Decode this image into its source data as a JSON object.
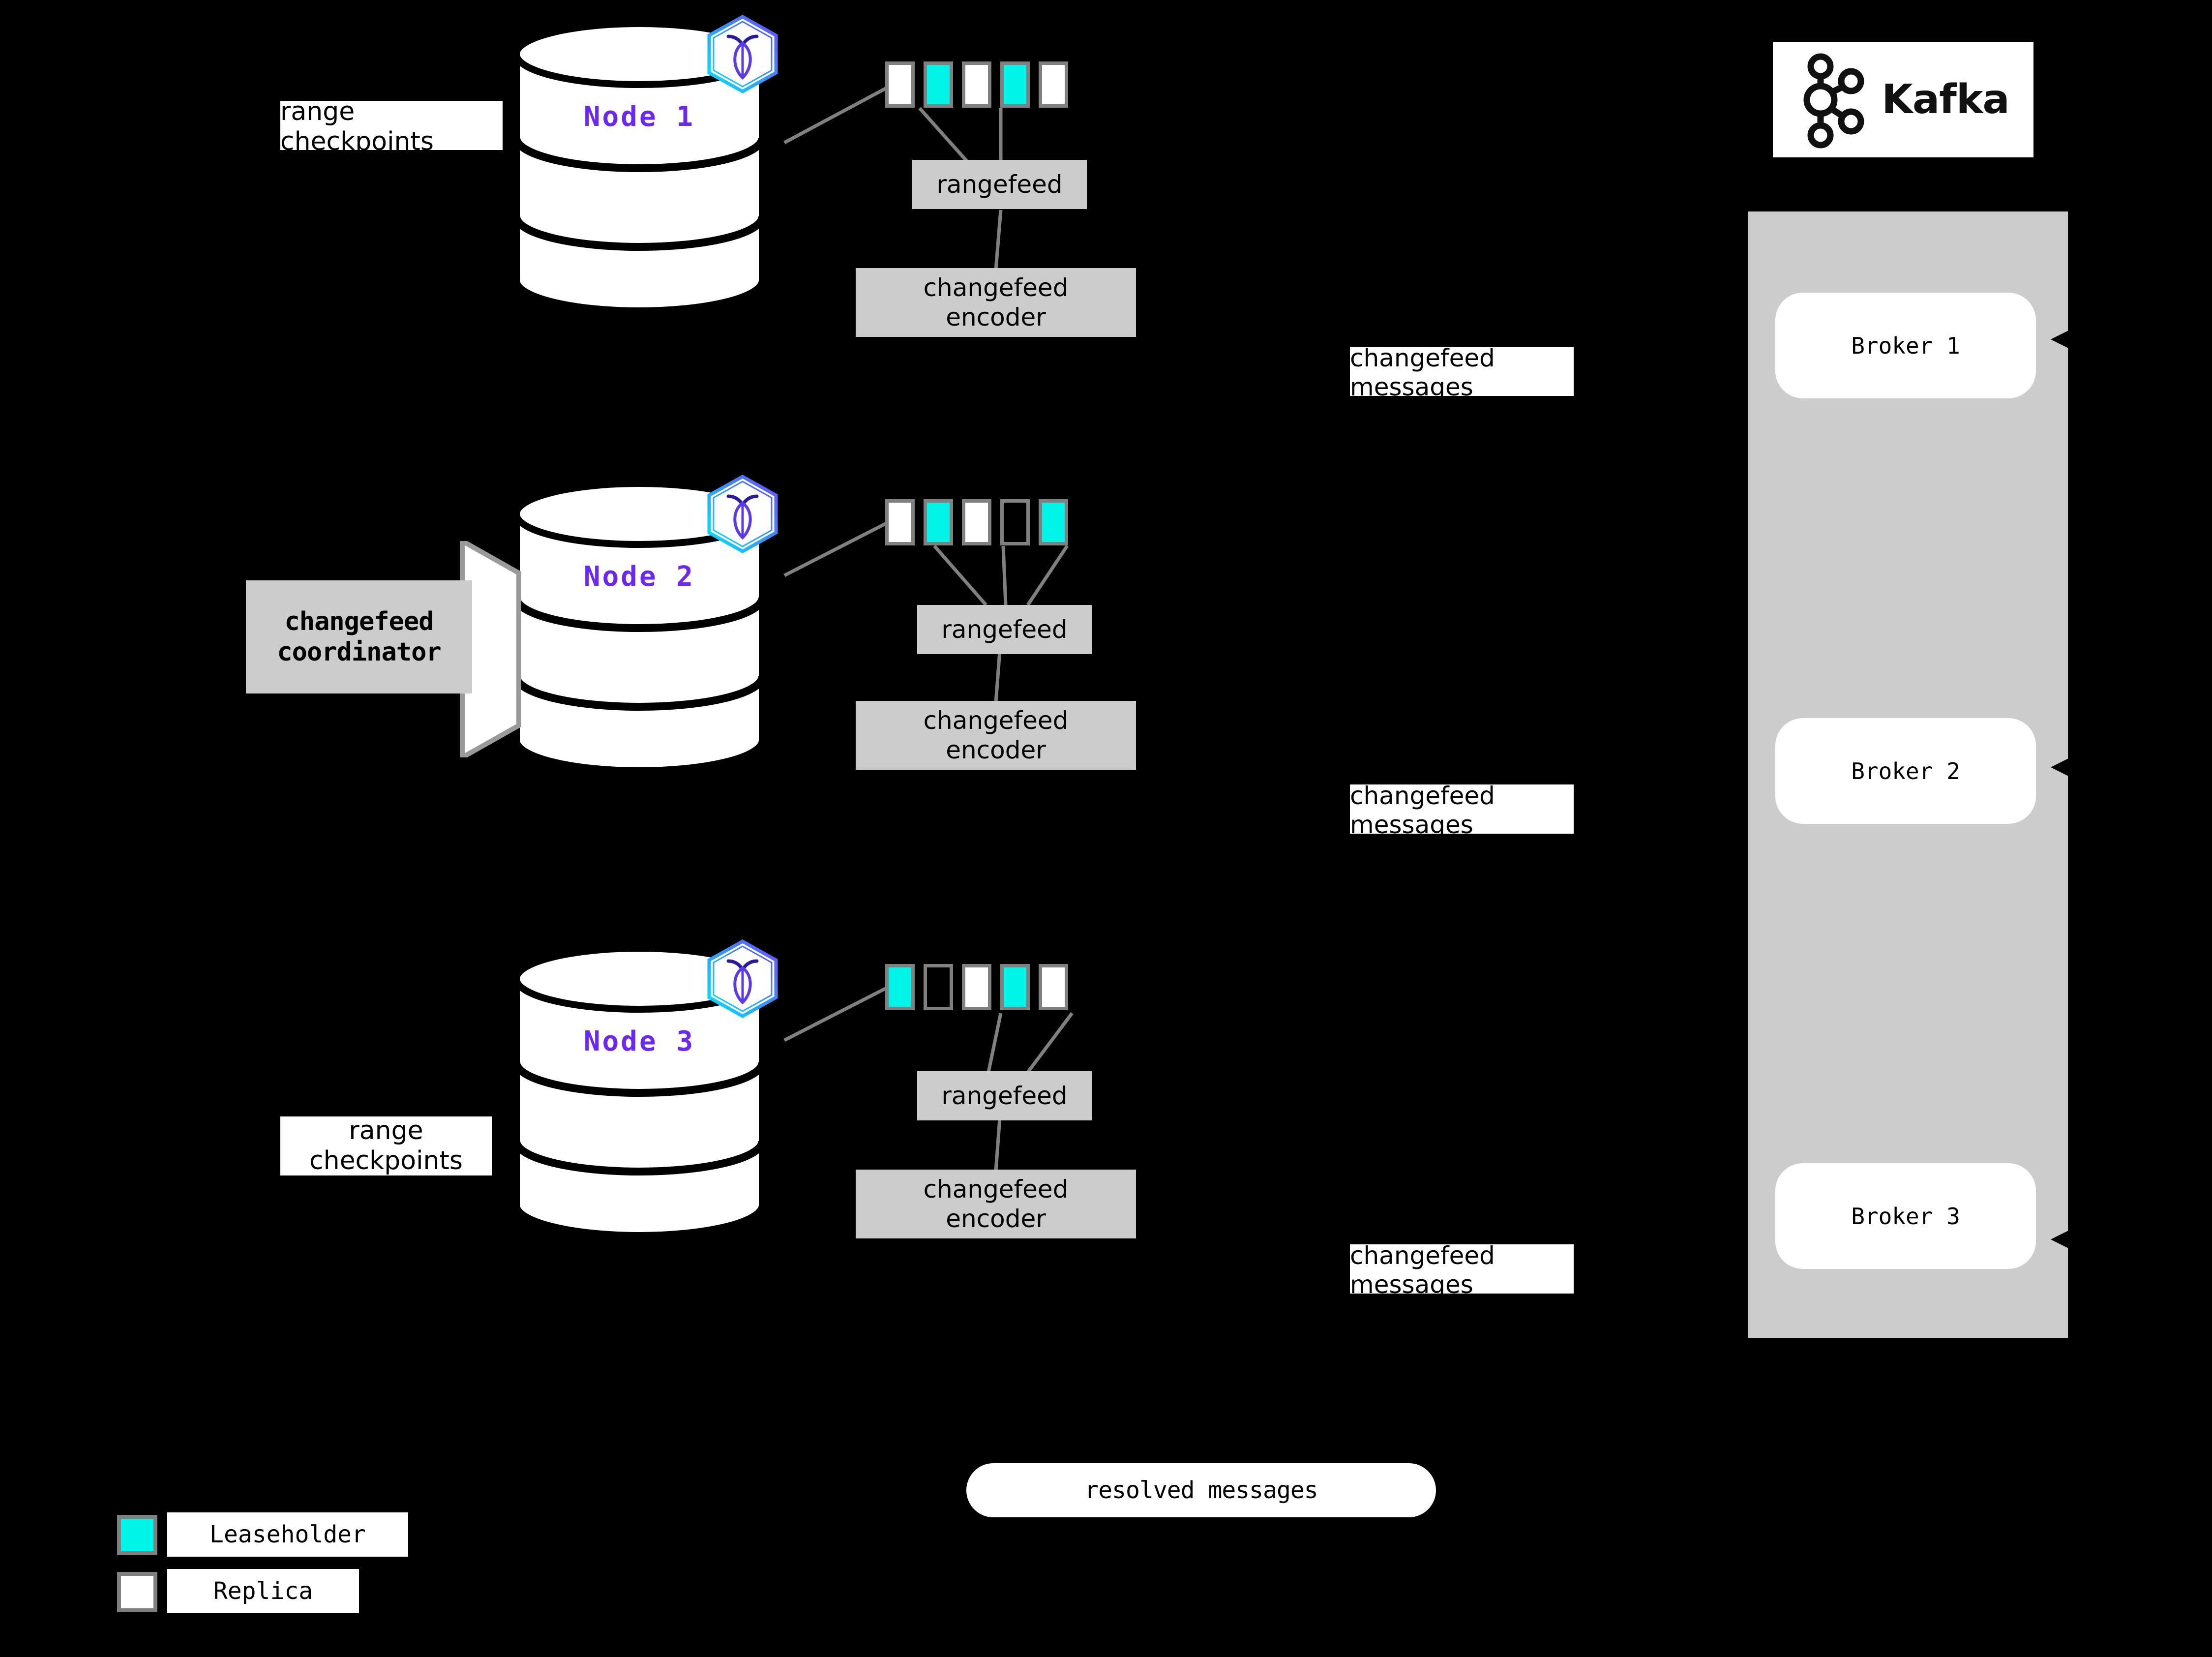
{
  "diagram": {
    "title": "CockroachDB changefeed to Kafka architecture",
    "background_color": "#000000",
    "accent_color": "#6A27F5",
    "leaseholder_color": "#00F5E8",
    "replica_color": "#FFFFFF",
    "box_gray": "#CCCCCC",
    "border_gray": "#808080"
  },
  "nodes": [
    {
      "id": "node1",
      "label": "Node 1",
      "logo_icon": "cockroachdb-hex-icon",
      "ranges": [
        "replica",
        "leaseholder",
        "replica",
        "leaseholder",
        "replica"
      ],
      "rangefeed_label": "rangefeed",
      "encoder_label": "changefeed encoder",
      "encoder_line1": "changefeed",
      "encoder_line2": "encoder",
      "side_label_line1": "range",
      "side_label_line2": "checkpoints",
      "messages_line1": "changefeed",
      "messages_line2": "messages"
    },
    {
      "id": "node2",
      "label": "Node 2",
      "logo_icon": "cockroachdb-hex-icon",
      "ranges": [
        "replica",
        "leaseholder",
        "replica",
        "empty",
        "leaseholder"
      ],
      "rangefeed_label": "rangefeed",
      "encoder_label": "changefeed encoder",
      "encoder_line1": "changefeed",
      "encoder_line2": "encoder",
      "side_label_line1": "changefeed",
      "side_label_line2": "coordinator",
      "messages_line1": "changefeed",
      "messages_line2": "messages"
    },
    {
      "id": "node3",
      "label": "Node 3",
      "logo_icon": "cockroachdb-hex-icon",
      "ranges": [
        "leaseholder",
        "empty",
        "replica",
        "leaseholder",
        "replica"
      ],
      "rangefeed_label": "rangefeed",
      "encoder_label": "changefeed encoder",
      "encoder_line1": "changefeed",
      "encoder_line2": "encoder",
      "side_label_line1": "range",
      "side_label_line2": "checkpoints",
      "messages_line1": "changefeed",
      "messages_line2": "messages"
    }
  ],
  "kafka": {
    "logo_icon": "kafka-node-graph-icon",
    "wordmark": "Kafka",
    "brokers": [
      {
        "label": "Broker 1"
      },
      {
        "label": "Broker 2"
      },
      {
        "label": "Broker 3"
      }
    ]
  },
  "resolved": {
    "label": "resolved messages"
  },
  "legend": {
    "items": [
      {
        "swatch": "leaseholder",
        "label": "Leaseholder",
        "color": "#00F5E8"
      },
      {
        "swatch": "replica",
        "label": "Replica",
        "color": "#FFFFFF"
      }
    ]
  }
}
